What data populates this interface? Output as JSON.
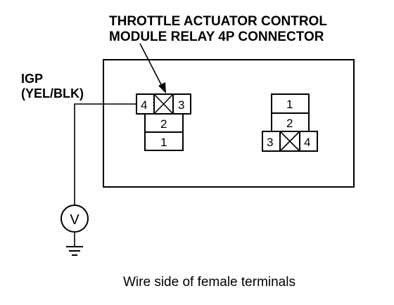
{
  "connector_title": {
    "line1": "THROTTLE ACTUATOR CONTROL",
    "line2": "MODULE RELAY 4P CONNECTOR"
  },
  "wire": {
    "name": "IGP",
    "color": "(YEL/BLK)"
  },
  "left_connector": {
    "top_row": [
      "4",
      "3"
    ],
    "middle": "2",
    "bottom": "1"
  },
  "right_connector": {
    "top": "1",
    "middle": "2",
    "bottom_row": [
      "3",
      "4"
    ]
  },
  "meter_symbol": "V",
  "caption": "Wire side of female terminals",
  "icons": {
    "voltmeter": "voltmeter-icon",
    "ground": "ground-icon",
    "blocked_terminal": "x-box-icon"
  },
  "colors": {
    "line": "#000000",
    "background": "#ffffff"
  }
}
